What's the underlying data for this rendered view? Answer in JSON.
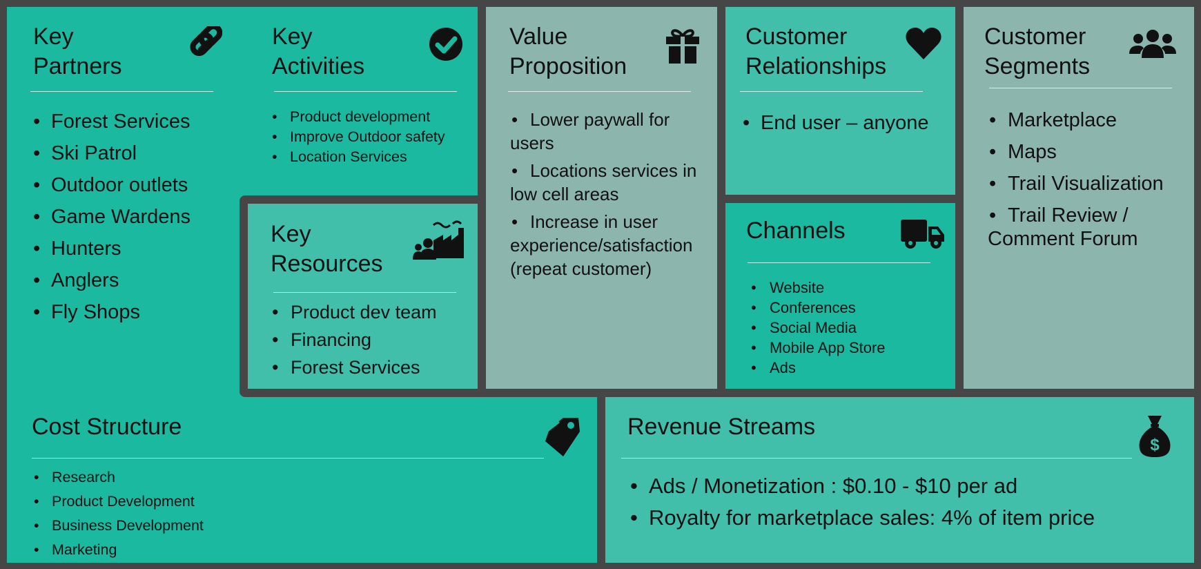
{
  "colors": {
    "background": "#464646",
    "teal_dark": "#1cb9a1",
    "teal_light": "#41bfaa",
    "gray_teal": "#8cb5ae",
    "text": "#111111"
  },
  "key_partners": {
    "title": "Key\nPartners",
    "icon": "link-icon",
    "items": [
      "Forest Services",
      "Ski Patrol",
      "Outdoor outlets",
      "Game Wardens",
      "Hunters",
      "Anglers",
      "Fly Shops"
    ]
  },
  "key_activities": {
    "title": "Key\nActivities",
    "icon": "check-circle-icon",
    "items": [
      "Product development",
      "Improve Outdoor safety",
      "Location Services"
    ]
  },
  "key_resources": {
    "title": "Key\nResources",
    "icon": "factory-people-icon",
    "items": [
      "Product dev team",
      "Financing",
      "Forest Services"
    ]
  },
  "value_proposition": {
    "title": "Value\nProposition",
    "icon": "gift-icon",
    "items": [
      "Lower paywall for users",
      "Locations services in low cell areas",
      "Increase in user experience/satisfaction (repeat customer)"
    ]
  },
  "customer_relationships": {
    "title": "Customer\nRelationships",
    "icon": "heart-icon",
    "items": [
      "End user – anyone"
    ]
  },
  "channels": {
    "title": "Channels",
    "icon": "truck-icon",
    "items": [
      "Website",
      "Conferences",
      "Social Media",
      "Mobile App Store",
      "Ads"
    ]
  },
  "customer_segments": {
    "title": "Customer\nSegments",
    "icon": "users-icon",
    "items": [
      "Marketplace",
      "Maps",
      "Trail Visualization",
      "Trail Review / Comment Forum"
    ]
  },
  "cost_structure": {
    "title": "Cost Structure",
    "icon": "tag-icon",
    "items": [
      "Research",
      "Product Development",
      "Business Development",
      "Marketing"
    ]
  },
  "revenue_streams": {
    "title": "Revenue Streams",
    "icon": "money-bag-icon",
    "items": [
      "Ads / Monetization : $0.10 - $10 per ad",
      "Royalty for marketplace sales: 4% of item price"
    ]
  }
}
